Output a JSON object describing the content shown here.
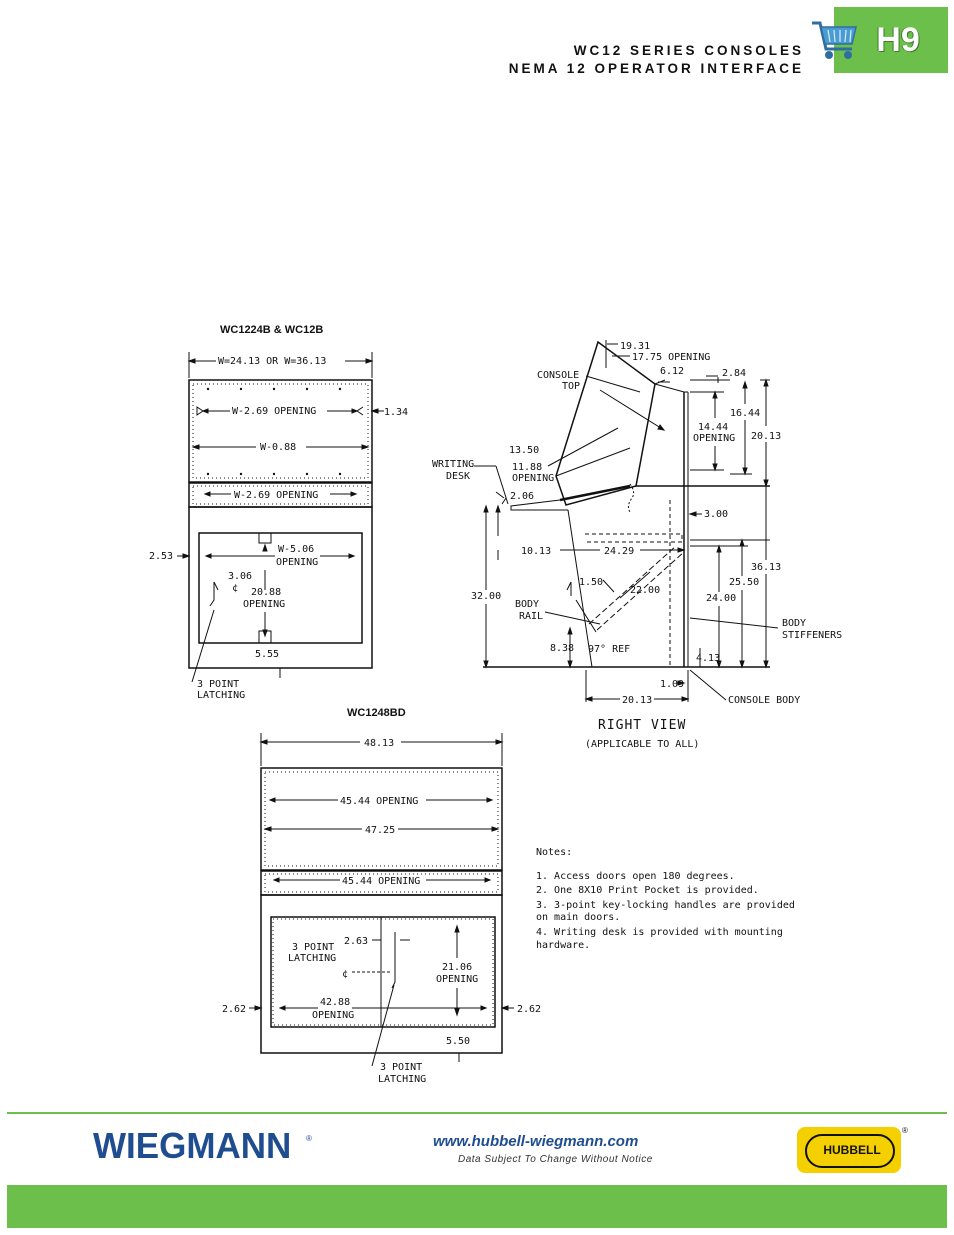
{
  "header": {
    "title_line1": "WC12 SERIES CONSOLES",
    "title_line2": "NEMA 12 OPERATOR INTERFACE",
    "section_badge": "H9",
    "badge_icon": "shopping-cart-icon"
  },
  "drawing": {
    "front_small": {
      "caption": "WC1224B & WC12B",
      "dims": {
        "width": "W=24.13  OR  W=36.13",
        "top_opening": "W-2.69  OPENING",
        "right_offset": "1.34",
        "inner_width": "W-0.88",
        "band_opening": "W-2.69  OPENING",
        "left_offset": "2.53",
        "door_opening_1": "W-5.06",
        "door_opening_2": "OPENING",
        "latch_offset": "3.06",
        "centerline": "¢",
        "height_opening_1": "20.88",
        "height_opening_2": "OPENING",
        "bottom": "5.55",
        "latch_label_1": "3  POINT",
        "latch_label_2": "LATCHING"
      }
    },
    "right_view": {
      "title": "RIGHT  VIEW",
      "subtitle": "(APPLICABLE  TO  ALL)",
      "dims": {
        "d1931": "19.31",
        "d1775": "17.75  OPENING",
        "console_top_1": "CONSOLE",
        "console_top_2": "TOP",
        "d612": "6.12",
        "d284": "2.84",
        "d1444_1": "14.44",
        "d1444_2": "OPENING",
        "d1644": "16.44",
        "d2013_top": "20.13",
        "d1350": "13.50",
        "d1188_1": "11.88",
        "d1188_2": "OPENING",
        "writing_desk_1": "WRITING",
        "writing_desk_2": "DESK",
        "d206": "2.06",
        "d300": "3.00",
        "d1013": "10.13",
        "d2429": "24.29",
        "d3613": "36.13",
        "d2550": "25.50",
        "d150": "1.50",
        "d2200": "22.00",
        "d3200": "32.00",
        "d2400": "24.00",
        "body_rail_1": "BODY",
        "body_rail_2": "RAIL",
        "body_stiff_1": "BODY",
        "body_stiff_2": "STIFFENERS",
        "d838": "8.38",
        "angle": "97° REF",
        "d413": "4.13",
        "d109": "1.09",
        "d2013_bottom": "20.13",
        "console_body": "CONSOLE  BODY"
      }
    },
    "front_large": {
      "caption": "WC1248BD",
      "dims": {
        "width": "48.13",
        "top_opening": "45.44  OPENING",
        "inner_width": "47.25",
        "band_opening": "45.44  OPENING",
        "latch_label_1": "3  POINT",
        "latch_label_2": "LATCHING",
        "latch_offset": "2.63",
        "centerline": "¢",
        "height_opening_1": "21.06",
        "height_opening_2": "OPENING",
        "left_offset": "2.62",
        "right_offset": "2.62",
        "door_opening_1": "42.88",
        "door_opening_2": "OPENING",
        "bottom": "5.50",
        "bottom_latch_1": "3  POINT",
        "bottom_latch_2": "LATCHING"
      }
    },
    "notes": {
      "heading": "Notes:",
      "items": [
        "1.  Access  doors  open  180  degrees.",
        "2.  One  8X10  Print  Pocket  is  provided.",
        "3.  3-point  key-locking  handles  are  provided",
        "     on  main  doors.",
        "4.  Writing  desk  is  provided  with  mounting",
        "     hardware."
      ]
    }
  },
  "footer": {
    "brand": "WIEGMANN",
    "brand_reg": "®",
    "url": "www.hubbell-wiegmann.com",
    "disclaimer": "Data Subject To Change Without Notice",
    "partner_logo": "HUBBELL",
    "partner_reg": "®"
  },
  "colors": {
    "accent_green": "#6cbf4a",
    "brand_blue": "#1f4d8f",
    "hubbell_yellow": "#f5d000"
  }
}
